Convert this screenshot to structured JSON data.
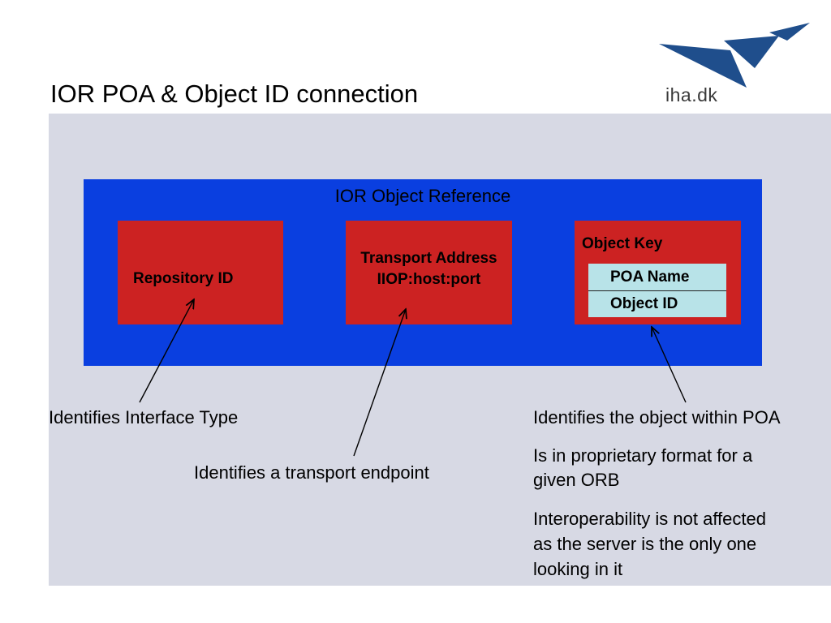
{
  "title": "IOR POA & Object ID connection",
  "logo": {
    "text": "iha.dk",
    "color": "#1f4e8c"
  },
  "diagram": {
    "ior_label": "IOR Object Reference",
    "repository_id": "Repository ID",
    "transport_line1": "Transport Address",
    "transport_line2": "IIOP:host:port",
    "object_key": "Object Key",
    "poa_name": "POA Name",
    "object_id": "Object ID"
  },
  "notes": {
    "interface": "Identifies Interface Type",
    "transport": "Identifies a transport endpoint",
    "object_1": "Identifies the object within POA",
    "object_2a": "Is in proprietary format for a",
    "object_2b": "given ORB",
    "object_3a": "Interoperability is not affected",
    "object_3b": "as the server is the only one",
    "object_3c": "looking in it"
  },
  "colors": {
    "panel": "#d7d9e4",
    "ior_box": "#0a3fe0",
    "red_box": "#cc2222",
    "key_inner": "#b8e3e8"
  }
}
